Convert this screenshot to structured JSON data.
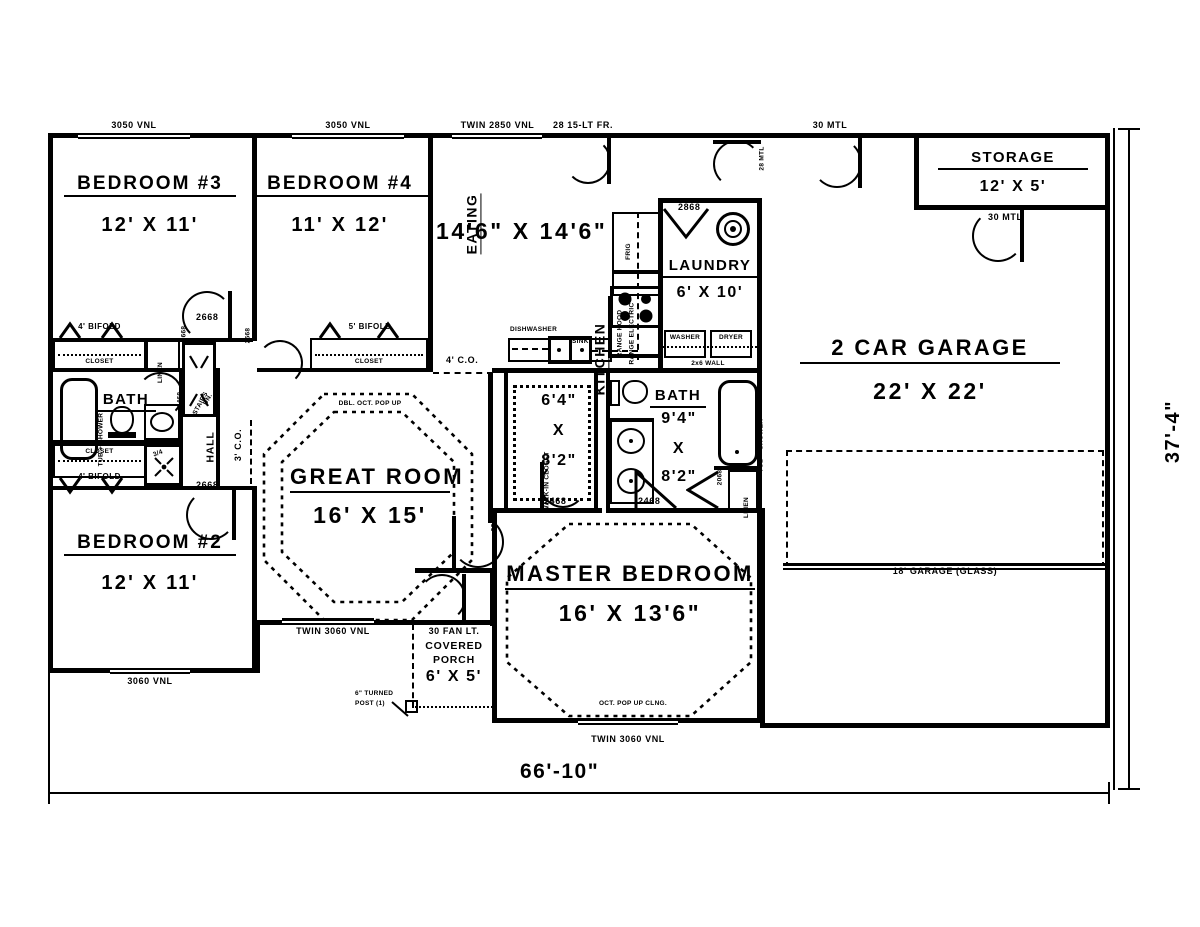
{
  "drawing": {
    "type": "residential-floor-plan",
    "overall_width": "66'-10\"",
    "overall_depth": "37'-4\""
  },
  "rooms": [
    {
      "key": "bedroom3",
      "name": "BEDROOM #3",
      "dim": "12' X 11'"
    },
    {
      "key": "bedroom4",
      "name": "BEDROOM #4",
      "dim": "11' X 12'"
    },
    {
      "key": "bedroom2",
      "name": "BEDROOM #2",
      "dim": "12' X 11'"
    },
    {
      "key": "eating",
      "name": "EATING",
      "dim": "14'6\" X 14'6\""
    },
    {
      "key": "kitchen",
      "name": "KITCHEN",
      "dim": ""
    },
    {
      "key": "laundry",
      "name": "LAUNDRY",
      "dim": "6' X 10'"
    },
    {
      "key": "storage",
      "name": "STORAGE",
      "dim": "12' X 5'"
    },
    {
      "key": "garage",
      "name": "2 CAR GARAGE",
      "dim": "22' X 22'"
    },
    {
      "key": "greatroom",
      "name": "GREAT ROOM",
      "dim": "16' X 15'"
    },
    {
      "key": "master",
      "name": "MASTER BEDROOM",
      "dim": "16' X 13'6\""
    },
    {
      "key": "bath1",
      "name": "BATH",
      "dim": ""
    },
    {
      "key": "masterbath",
      "name": "BATH",
      "dim": "9'4\" X 8'2\""
    },
    {
      "key": "wic",
      "name": "WALK-IN CLOSET",
      "dim": "6'4\" X 8'2\""
    },
    {
      "key": "porch",
      "name": "COVERED PORCH",
      "dim": "6' X 5'"
    },
    {
      "key": "hall",
      "name": "HALL",
      "dim": ""
    }
  ],
  "labels": {
    "hall": "HALL",
    "kitchen": "KITCHEN",
    "eating": "EATING",
    "covered_porch_line1": "COVERED",
    "covered_porch_line2": "PORCH",
    "porch_dim": "6' X 5'",
    "wic": "WALK-IN CLOSET",
    "closet": "CLOSET",
    "linen": "LINEN",
    "stairs": "STAIRS",
    "dn": "DN.",
    "co_3ft": "3' C.O.",
    "co_4ft": "4' C.O.",
    "bifold4": "4' BIFOLD",
    "bifold5": "5' BIFOLD",
    "dbl_oct_pop_up": "DBL. OCT. POP UP",
    "oct_pop_up_clng": "OCT. POP UP CLNG.",
    "tub_shower": "TUB + SHOWER",
    "shower_34": "3/4",
    "washer": "WASHER",
    "dryer": "DRYER",
    "frig": "FRIG",
    "range_electric": "RANGE ELECTRIC",
    "range_hood": "RANGE HOOD",
    "dishwasher": "DISHWASHER",
    "sink": "SINK",
    "wall_2x6": "2x6 WALL",
    "turned_post_1": "6\" TURNED",
    "turned_post_2": "POST (1)"
  },
  "openings": {
    "top": [
      {
        "id": "w-3050-a",
        "text": "3050 VNL"
      },
      {
        "id": "w-3050-b",
        "text": "3050 VNL"
      },
      {
        "id": "w-twin-2850",
        "text": "TWIN 2850 VNL"
      },
      {
        "id": "d-28-15lt",
        "text": "28 15-LT FR."
      },
      {
        "id": "d-30-mtl-top",
        "text": "30 MTL"
      }
    ],
    "bottom": [
      {
        "id": "w-3060-bed2",
        "text": "3060 VNL"
      },
      {
        "id": "w-twin-3060-great",
        "text": "TWIN 3060 VNL"
      },
      {
        "id": "w-twin-3060-master",
        "text": "TWIN 3060 VNL"
      },
      {
        "id": "d-30-fan-lt",
        "text": "30 FAN LT."
      },
      {
        "id": "d-18-garage",
        "text": "18' GARAGE (GLASS)"
      }
    ],
    "doors": [
      {
        "id": "d-2668-bed3",
        "text": "2668"
      },
      {
        "id": "d-2668-bed4",
        "text": "2668"
      },
      {
        "id": "d-2668-bed2",
        "text": "2668"
      },
      {
        "id": "d-1668-linen",
        "text": "1668"
      },
      {
        "id": "d-2468-bath",
        "text": "2468"
      },
      {
        "id": "d-2468-wic",
        "text": "2468"
      },
      {
        "id": "d-2468-mbath",
        "text": "2468"
      },
      {
        "id": "d-2668-master",
        "text": "2668"
      },
      {
        "id": "d-2068-linen-m",
        "text": "2068"
      },
      {
        "id": "d-2868-laundry",
        "text": "2868"
      },
      {
        "id": "d-28-mtl",
        "text": "28 MTL"
      },
      {
        "id": "d-30-mtl-storage",
        "text": "30 MTL"
      }
    ]
  },
  "dimensions": {
    "width_label": "66'-10\"",
    "depth_label": "37'-4\""
  }
}
